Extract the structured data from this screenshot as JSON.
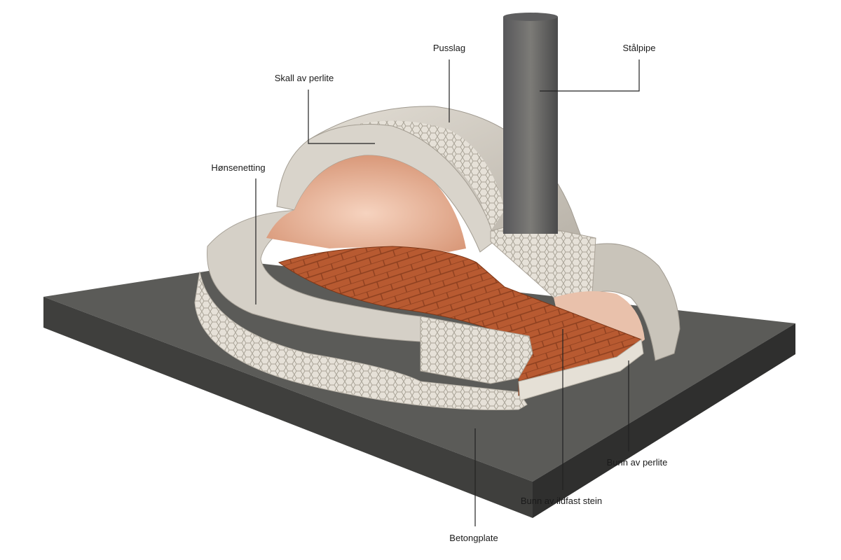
{
  "diagram": {
    "labels": {
      "pusslag": "Pusslag",
      "stalpipe": "Stålpipe",
      "skall": "Skall av perlite",
      "honsenetting": "Hønsenetting",
      "bunn_perlite": "Bunn av perlite",
      "bunn_ildfast": "Bunn av ildfast stein",
      "betongplate": "Betongplate"
    },
    "colors": {
      "concrete_top": "#5b5b58",
      "concrete_side": "#3d3d3b",
      "plaster": "#d2cdc4",
      "perlite": "#e6e1d8",
      "interior": "#e6b8a0",
      "firebrick": "#b5582f",
      "pipe": "#6e6e6c"
    }
  }
}
